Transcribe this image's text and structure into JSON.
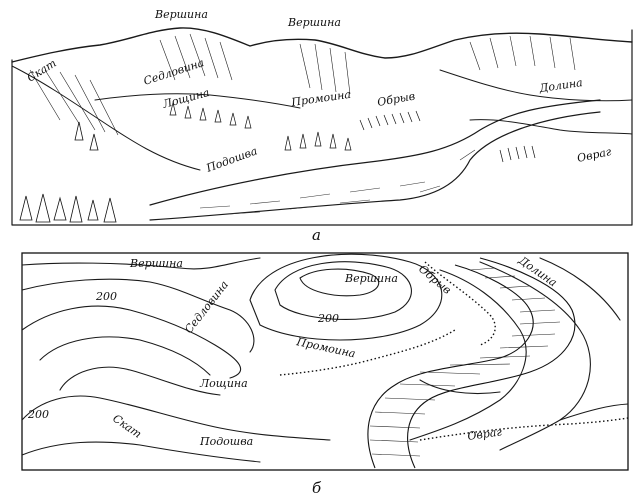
{
  "panel_a": {
    "caption": "а",
    "labels": {
      "peak_left": "Вершина",
      "peak_right": "Вершина",
      "saddle": "Седловина",
      "slope": "Скат",
      "hollow": "Лощина",
      "gully": "Промоина",
      "cliff": "Обрыв",
      "valley": "Долина",
      "foot": "Подошва",
      "ravine": "Овраг"
    }
  },
  "panel_b": {
    "caption": "б",
    "labels": {
      "peak_left": "Вершина",
      "peak_right": "Вершина",
      "saddle": "Седловина",
      "cliff": "Обрыв",
      "valley": "Долина",
      "gully": "Промоина",
      "hollow": "Лощина",
      "slope": "Скат",
      "foot": "Подошва",
      "ravine": "Овраг",
      "elev_1": "200",
      "elev_2": "200",
      "elev_3": "200"
    }
  }
}
